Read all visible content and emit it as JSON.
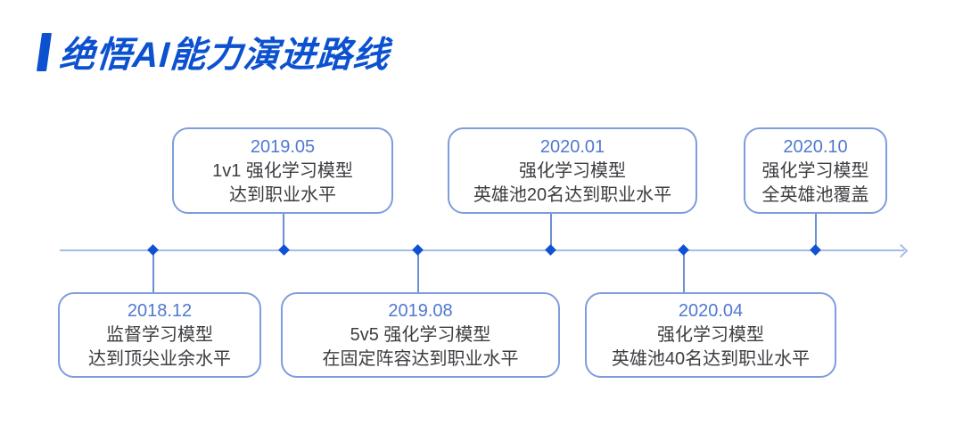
{
  "page": {
    "title": "绝悟AI能力演进路线",
    "accent_color": "#0B51D0",
    "background_color": "#FFFFFF"
  },
  "timeline": {
    "axis_color": "#A4BCE8",
    "marker_color": "#1151D4",
    "connector_color": "#6C8FD9",
    "box_border_color": "#7E9DDC",
    "date_text_color": "#5078D2",
    "body_text_color": "#3D3D42",
    "direction": "left-to-right-arrow",
    "milestones": [
      {
        "date": "2018.12",
        "lines": [
          "监督学习模型",
          "达到顶尖业余水平"
        ],
        "position": "below"
      },
      {
        "date": "2019.05",
        "lines": [
          "1v1 强化学习模型",
          "达到职业水平"
        ],
        "position": "above"
      },
      {
        "date": "2019.08",
        "lines": [
          "5v5 强化学习模型",
          "在固定阵容达到职业水平"
        ],
        "position": "below"
      },
      {
        "date": "2020.01",
        "lines": [
          "强化学习模型",
          "英雄池20名达到职业水平"
        ],
        "position": "above"
      },
      {
        "date": "2020.04",
        "lines": [
          "强化学习模型",
          "英雄池40名达到职业水平"
        ],
        "position": "below"
      },
      {
        "date": "2020.10",
        "lines": [
          "强化学习模型",
          "全英雄池覆盖"
        ],
        "position": "above"
      }
    ]
  }
}
